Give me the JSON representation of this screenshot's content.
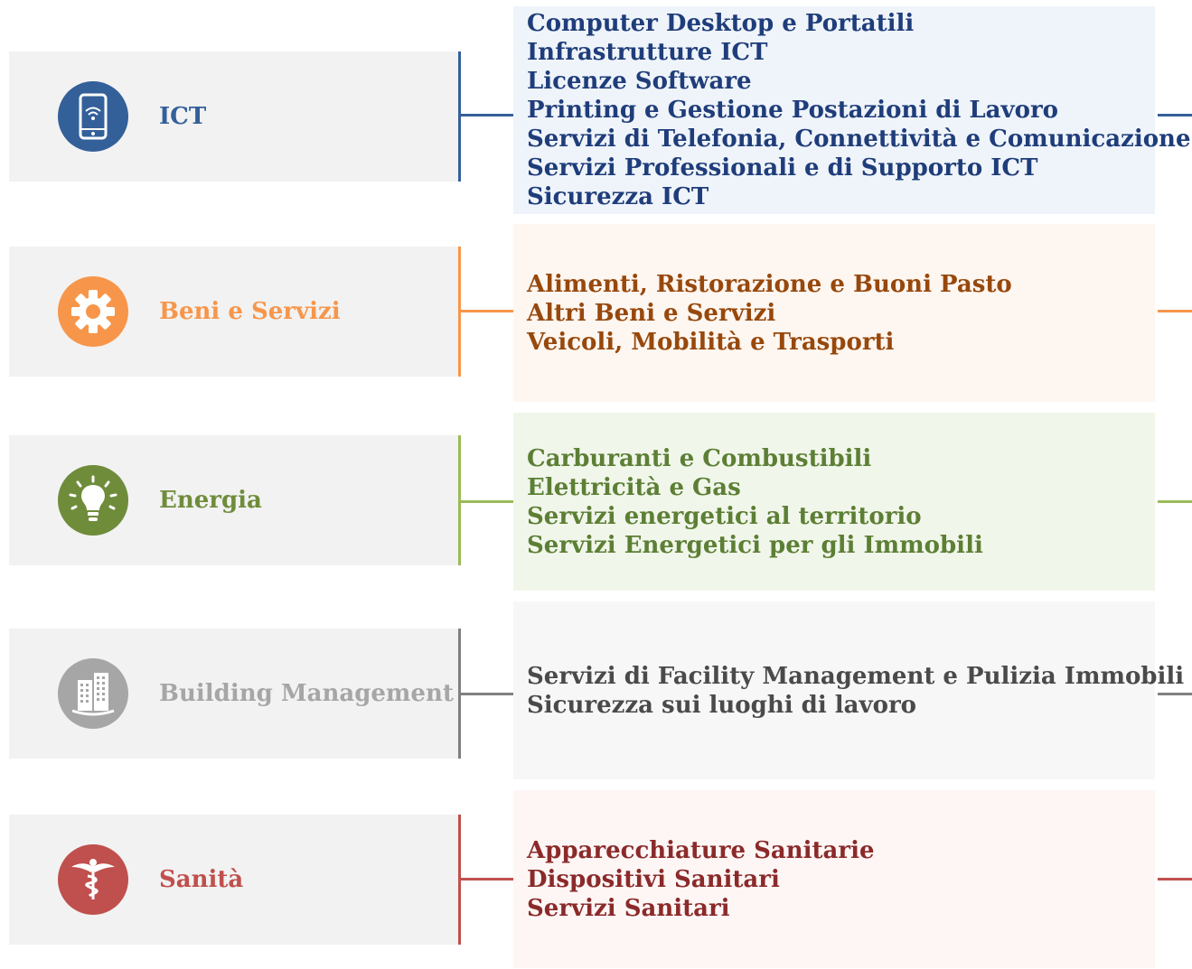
{
  "categories": [
    {
      "id": "ict",
      "label": "ICT",
      "icon": "smartphone-wifi-icon",
      "color": "#34609a",
      "text_color": "#1f3d7a",
      "panel_color": "#eff4fa",
      "items": [
        "Computer Desktop e Portatili",
        "Infrastrutture ICT",
        "Licenze Software",
        "Printing e Gestione Postazioni di Lavoro",
        "Servizi di Telefonia, Connettività e Comunicazione",
        "Servizi Professionali e di Supporto ICT",
        "Sicurezza ICT"
      ]
    },
    {
      "id": "beni",
      "label": "Beni e Servizi",
      "icon": "gear-icon",
      "color": "#f7964a",
      "text_color": "#97480c",
      "panel_color": "#fef6f0",
      "items": [
        "Alimenti, Ristorazione e Buoni Pasto",
        "Altri Beni e Servizi",
        "Veicoli, Mobilità e Trasporti"
      ]
    },
    {
      "id": "energia",
      "label": "Energia",
      "icon": "lightbulb-icon",
      "color": "#6f8c3a",
      "text_color": "#5c7f35",
      "panel_color": "#f1f6ea",
      "line_color": "#9bbb59",
      "items": [
        "Carburanti e Combustibili",
        "Elettricità e Gas",
        "Servizi energetici al territorio",
        "Servizi Energetici per gli Immobili"
      ]
    },
    {
      "id": "building",
      "label": "Building Management",
      "icon": "building-icon",
      "color": "#a6a6a6",
      "text_color": "#4a4a4a",
      "panel_color": "#f7f7f7",
      "line_color": "#808080",
      "items": [
        "Servizi di Facility Management e Pulizia Immobili",
        "Sicurezza sui luoghi di lavoro"
      ]
    },
    {
      "id": "sanita",
      "label": "Sanità",
      "icon": "caduceus-icon",
      "color": "#c0504d",
      "text_color": "#8b2a2a",
      "panel_color": "#fdf6f5",
      "items": [
        "Apparecchiature Sanitarie",
        "Dispositivi Sanitari",
        "Servizi Sanitari"
      ]
    }
  ]
}
